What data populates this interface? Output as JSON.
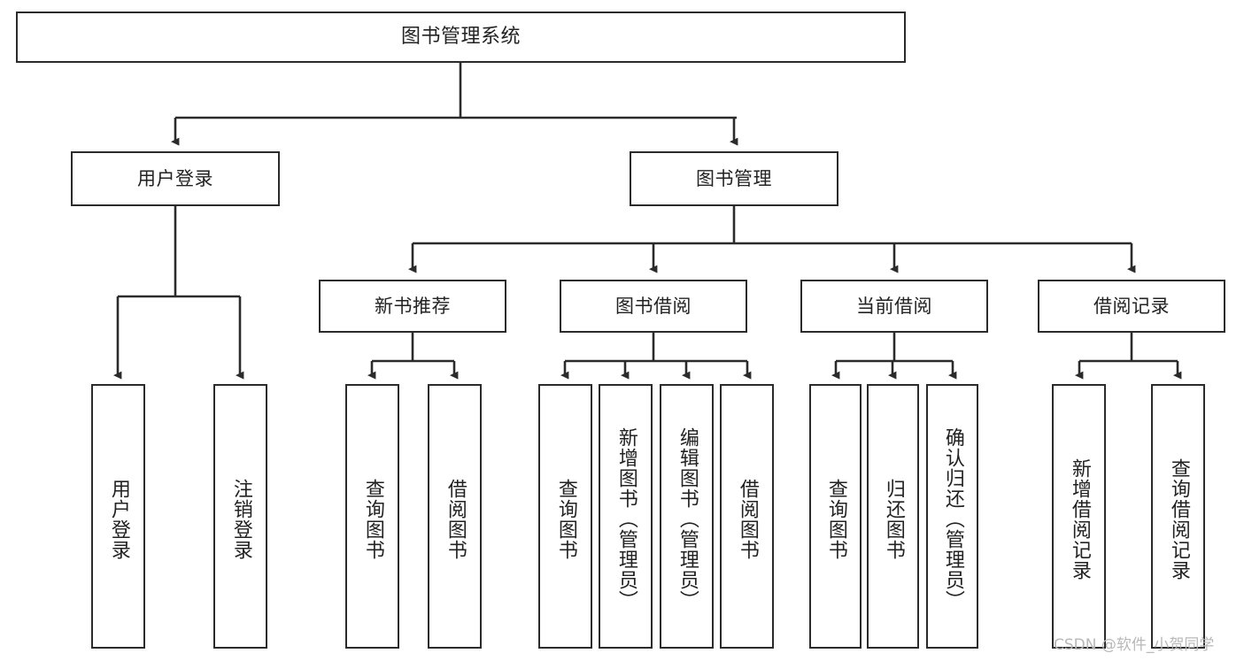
{
  "diagram": {
    "title": "图书管理系统",
    "watermark": "CSDN @软件_小贺同学",
    "line_color": "#2b2b2b",
    "box_fill": "#ffffff",
    "text_color": "#222222"
  },
  "nodes": {
    "root": {
      "label": "图书管理系统"
    },
    "level2": [
      {
        "label": "用户登录"
      },
      {
        "label": "图书管理"
      }
    ],
    "level3": [
      {
        "label": "新书推荐"
      },
      {
        "label": "图书借阅"
      },
      {
        "label": "当前借阅"
      },
      {
        "label": "借阅记录"
      }
    ],
    "leaves": {
      "user_login": [
        {
          "label": "用户登录"
        },
        {
          "label": "注销登录"
        }
      ],
      "new_book_recommend": [
        {
          "label": "查询图书"
        },
        {
          "label": "借阅图书"
        }
      ],
      "book_borrow": [
        {
          "label": "查询图书"
        },
        {
          "label": "新增图书（管理员）"
        },
        {
          "label": "编辑图书（管理员）"
        },
        {
          "label": "借阅图书"
        }
      ],
      "current_borrow": [
        {
          "label": "查询图书"
        },
        {
          "label": "归还图书"
        },
        {
          "label": "确认归还（管理员）"
        }
      ],
      "borrow_record": [
        {
          "label": "新增借阅记录"
        },
        {
          "label": "查询借阅记录"
        }
      ]
    }
  }
}
